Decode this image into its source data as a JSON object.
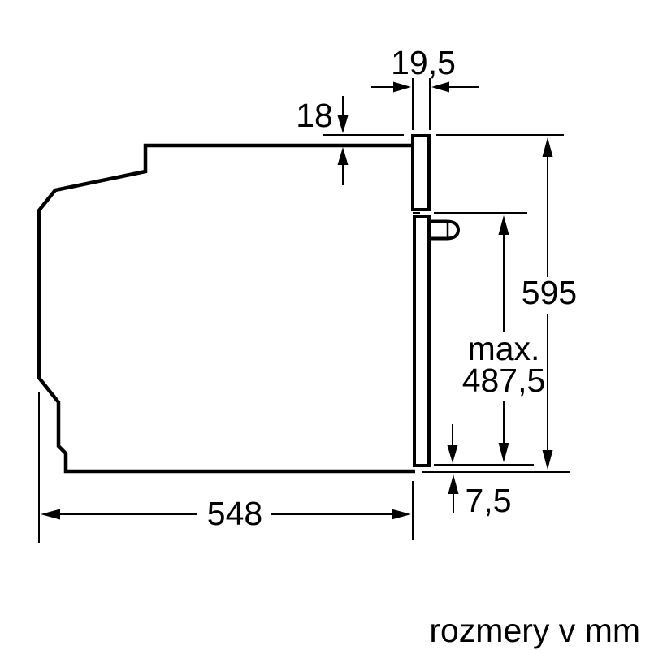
{
  "diagram": {
    "background_color": "#ffffff",
    "line_color": "#000000",
    "labels": {
      "front_thickness": "19,5",
      "top_clearance": "18",
      "total_height": "595",
      "max_prefix": "max.",
      "max_height": "487,5",
      "bottom_gap": "7,5",
      "depth": "548",
      "units_note": "rozmery v mm"
    }
  }
}
